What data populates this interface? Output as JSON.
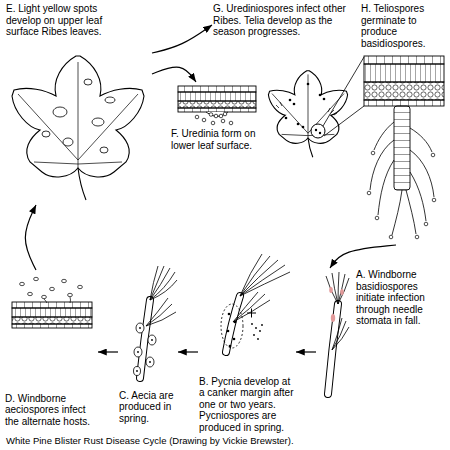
{
  "diagram": {
    "caption": "White Pine Blister Rust Disease Cycle (Drawing by Vickie Brewster).",
    "nodes": [
      {
        "text": [
          "E. Light yellow spots develop on upper leaf surface Ribes leaves."
        ]
      },
      {
        "text": [
          "G. Urediniospores infect other Ribes. Telia develop as the season progresses."
        ]
      },
      {
        "text": [
          "H. Teliospores germinate to produce basidiospores."
        ]
      },
      {
        "text": [
          "F. Uredinia form on lower leaf surface."
        ]
      },
      {
        "text": [
          "A. Windborne basidiospores initiate infection through needle stomata in fall."
        ]
      },
      {
        "text": [
          "B. Pycnia develop at a canker margin after one or two years. Pycniospores are produced in spring."
        ]
      },
      {
        "text": [
          "C. Aecia are produced in spring."
        ]
      },
      {
        "text": [
          "D. Windborne aeciospores infect the alternate hosts."
        ]
      }
    ],
    "edges": [
      {
        "from": 0,
        "to": 1,
        "arrow": "to"
      },
      {
        "from": 0,
        "to": 3,
        "arrow": "to"
      },
      {
        "from": 2,
        "to": 4,
        "arrow": "to"
      },
      {
        "from": 4,
        "to": 5,
        "arrow": "to"
      },
      {
        "from": 5,
        "to": 6,
        "arrow": "to"
      },
      {
        "from": 6,
        "to": 7,
        "arrow": "to"
      },
      {
        "from": 7,
        "to": 0,
        "arrow": "to"
      }
    ]
  }
}
